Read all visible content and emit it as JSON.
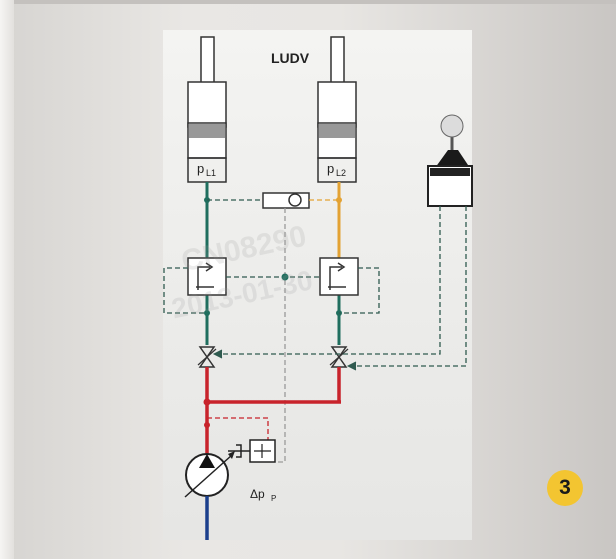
{
  "diagram": {
    "title": "LUDV",
    "cylinder_left_label": "p",
    "cylinder_left_sub": "L1",
    "cylinder_right_label": "p",
    "cylinder_right_sub": "L2",
    "pump_label": "Δp",
    "pump_sub": "P",
    "watermark_line1": "CN08290",
    "watermark_line2": "2013-01-30"
  },
  "badge": {
    "number": "3"
  },
  "colors": {
    "green_line": "#1f6e5e",
    "orange_line": "#e3a233",
    "red_line": "#c8232b",
    "blue_line": "#1b3f8c",
    "dashed_pilot": "#2f5a4f",
    "badge": "#f3c531"
  }
}
